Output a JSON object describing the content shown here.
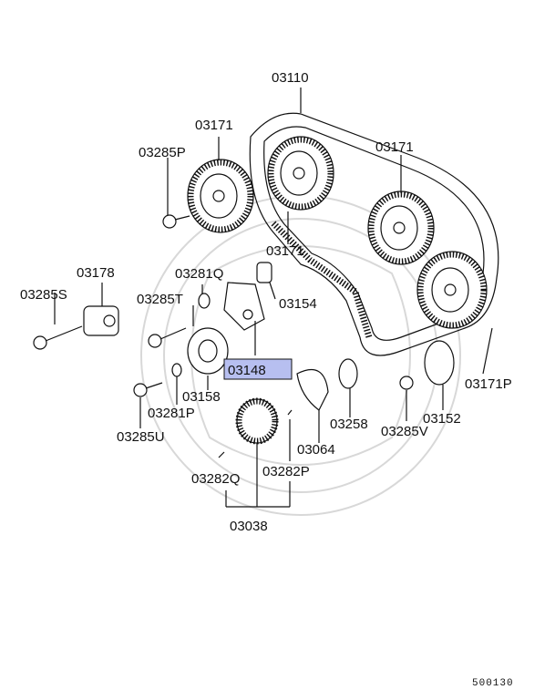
{
  "labels": {
    "p03110": "03110",
    "p03171_a": "03171",
    "p03171_b": "03171",
    "p03171_c": "03171",
    "p03171P": "03171P",
    "p03285P": "03285P",
    "p03178": "03178",
    "p03281Q": "03281Q",
    "p03285S": "03285S",
    "p03285T": "03285T",
    "p03154": "03154",
    "p03148": "03148",
    "p03158": "03158",
    "p03281P": "03281P",
    "p03258": "03258",
    "p03152": "03152",
    "p03285U": "03285U",
    "p03064": "03064",
    "p03285V": "03285V",
    "p03282Q": "03282Q",
    "p03282P": "03282P",
    "p03038": "03038"
  },
  "footer": {
    "code": "500130"
  },
  "colors": {
    "highlight": "#b7bff0",
    "ink": "#111111",
    "watermark": "#d8d8d8"
  }
}
